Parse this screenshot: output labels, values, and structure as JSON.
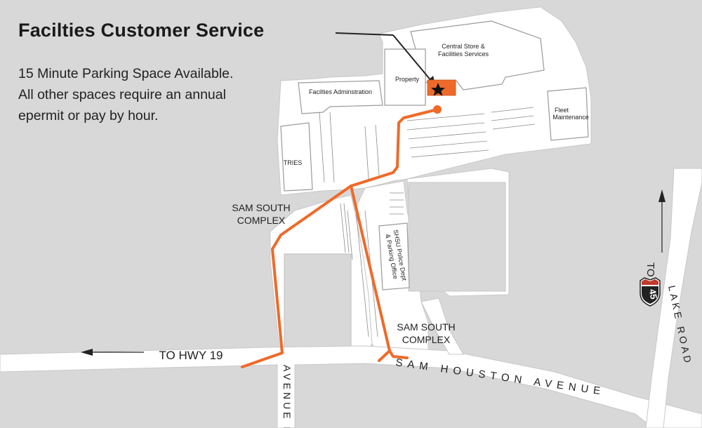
{
  "title": "Facilties Customer Service",
  "note": {
    "lines": [
      "15 Minute Parking Space Available.",
      "All other spaces require an annual",
      "epermit or pay by hour."
    ]
  },
  "buildings": {
    "central_stores": [
      "Central Store &",
      "Facilities Services"
    ],
    "property": "Property",
    "facilities_admin": "Facilties Adminstration",
    "tries": "TRIES",
    "fleet": [
      "Fleet",
      "Maintenance"
    ],
    "police": [
      "SHSU Police Dept",
      "& Parking Office"
    ]
  },
  "areas": {
    "sam_south_1": [
      "SAM SOUTH",
      "COMPLEX"
    ],
    "sam_south_2": [
      "SAM SOUTH",
      "COMPLEX"
    ]
  },
  "roads": {
    "to_hwy_19": "TO HWY 19",
    "sam_houston_avenue": "SAM HOUSTON AVENUE",
    "avenue_i": "AVENUE I",
    "lake_road": "LAKE ROAD",
    "to_45": "TO",
    "shield_number": "45"
  },
  "colors": {
    "route": "#ef6a2a",
    "target": "#ef6a2a",
    "background": "#d8d8d8",
    "road": "#ffffff",
    "building": "#ffffff"
  },
  "icons": {
    "destination": "star-icon",
    "route_start": "dot-icon",
    "highway": "interstate-45-shield-icon"
  }
}
